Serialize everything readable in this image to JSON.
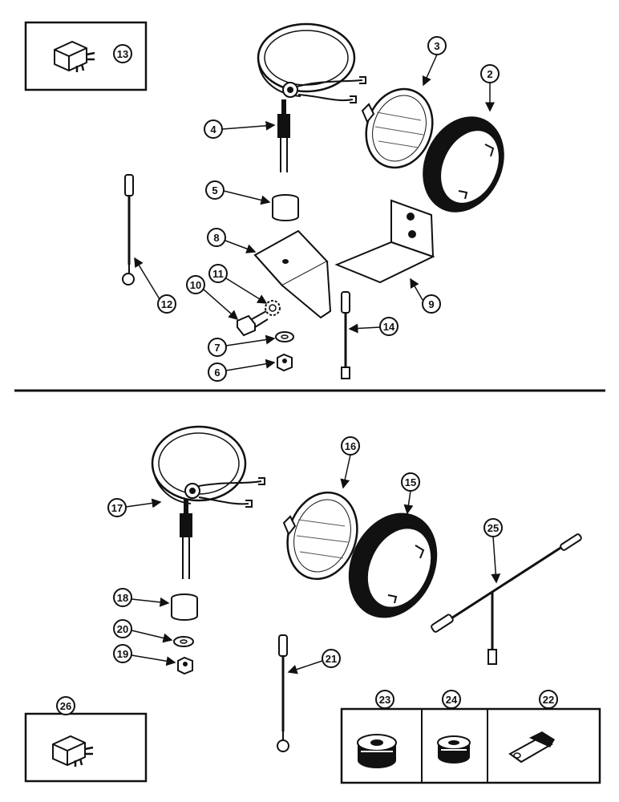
{
  "callouts": {
    "c2": "2",
    "c3": "3",
    "c4": "4",
    "c5": "5",
    "c6": "6",
    "c7": "7",
    "c8": "8",
    "c9": "9",
    "c10": "10",
    "c11": "11",
    "c12": "12",
    "c13": "13",
    "c14": "14",
    "c15": "15",
    "c16": "16",
    "c17": "17",
    "c18": "18",
    "c19": "19",
    "c20": "20",
    "c21": "21",
    "c22": "22",
    "c23": "23",
    "c24": "24",
    "c25": "25",
    "c26": "26"
  },
  "colors": {
    "ink": "#111111",
    "paper": "#ffffff"
  }
}
